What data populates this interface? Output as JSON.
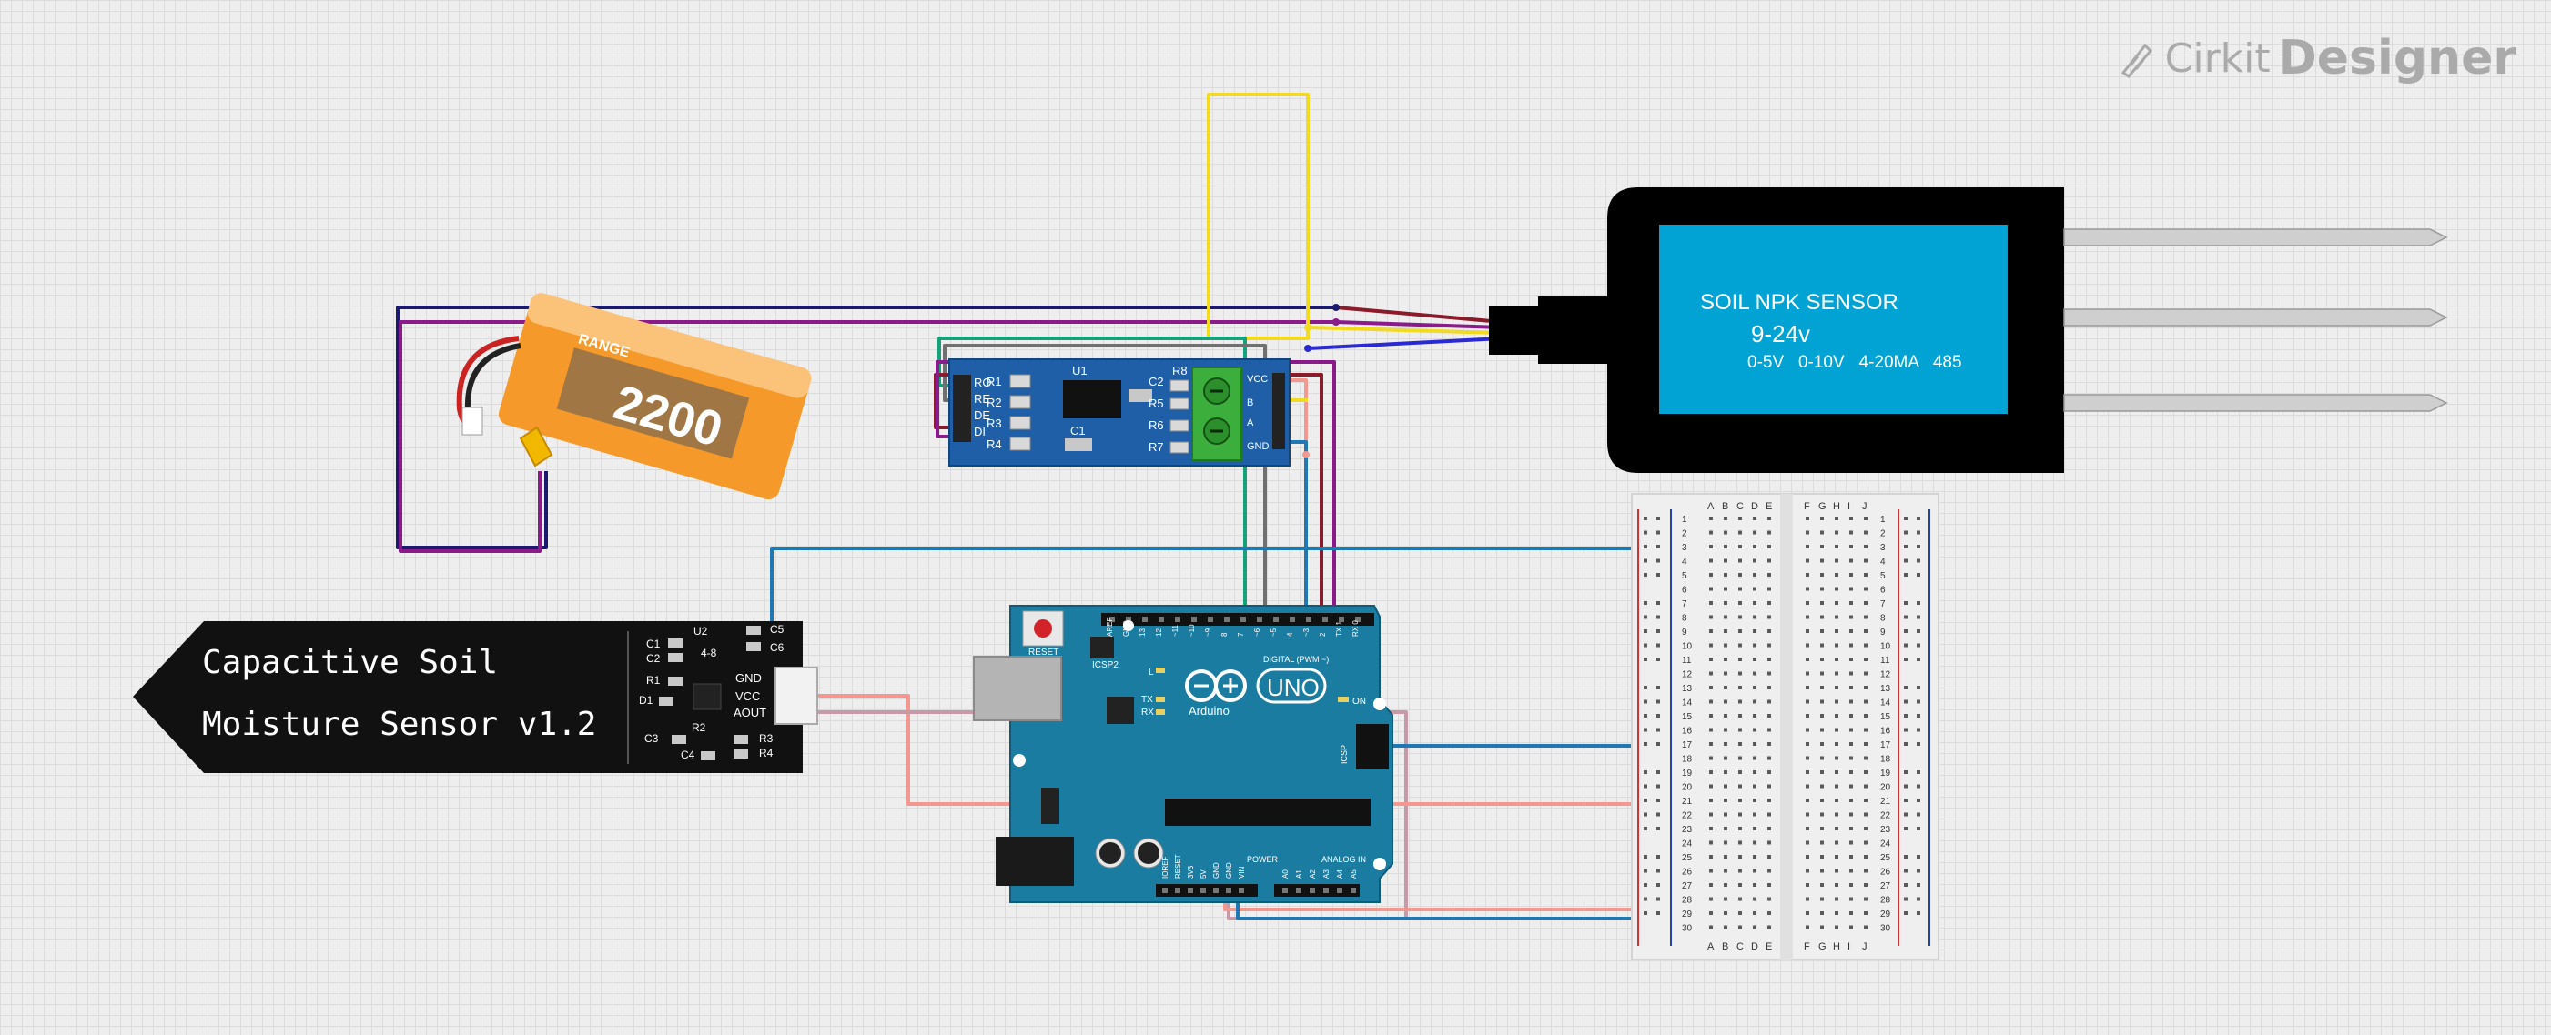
{
  "app": {
    "brand": "Cirkit",
    "product": "Designer",
    "logo_icon": "cirkit-pen-icon"
  },
  "components": {
    "npk_sensor": {
      "title": "SOIL NPK SENSOR",
      "voltage": "9-24v",
      "outputs": "0-5V   0-10V   4-20MA   485"
    },
    "moisture_sensor": {
      "line1": "Capacitive Soil",
      "line2": "Moisture Sensor v1.2",
      "pins": [
        "GND",
        "VCC",
        "AOUT"
      ],
      "parts": [
        "U2",
        "C5",
        "C1",
        "C6",
        "C2",
        "4-8",
        "R1",
        "D1",
        "R2",
        "C3",
        "C4",
        "R3",
        "R4"
      ]
    },
    "battery": {
      "capacity": "2200",
      "brand": "RANGE"
    },
    "rs485_module": {
      "left_pins": [
        "RO",
        "RE",
        "DE",
        "DI"
      ],
      "resistors": [
        "R1",
        "R2",
        "R3",
        "R4"
      ],
      "ic": "U1",
      "caps": [
        "C1",
        "C2"
      ],
      "right_parts": [
        "R8",
        "R5",
        "R6",
        "R7"
      ],
      "right_pins": [
        "VCC",
        "B",
        "A",
        "GND"
      ]
    },
    "arduino": {
      "model": "UNO",
      "brand": "Arduino",
      "reset_label": "RESET",
      "icsp2": "ICSP2",
      "icsp": "ICSP",
      "digital_label": "DIGITAL (PWM ~)",
      "power_label": "POWER",
      "analog_label": "ANALOG IN",
      "on_label": "ON",
      "led_labels": [
        "L",
        "TX",
        "RX"
      ],
      "digital_pins": [
        "AREF",
        "GND",
        "13",
        "12",
        "~11",
        "~10",
        "~9",
        "8",
        "7",
        "~6",
        "~5",
        "4",
        "~3",
        "2",
        "TX 1",
        "RX 0"
      ],
      "power_pins": [
        "IOREF",
        "RESET",
        "3V3",
        "5V",
        "GND",
        "GND",
        "VIN"
      ],
      "analog_pins": [
        "A0",
        "A1",
        "A2",
        "A3",
        "A4",
        "A5"
      ]
    },
    "breadboard": {
      "left_cols": [
        "A",
        "B",
        "C",
        "D",
        "E"
      ],
      "right_cols": [
        "F",
        "G",
        "H",
        "I",
        "J"
      ],
      "rows": 30
    }
  },
  "colors": {
    "wire_blue": "#1f77b4",
    "wire_salmon": "#f4978e",
    "wire_yellow": "#f2d922",
    "wire_green": "#17a17a",
    "wire_navy": "#1a1a6e",
    "wire_purple": "#8b1a8b",
    "wire_maroon": "#8b1a2a",
    "wire_gray": "#707070",
    "wire_mauve": "#c89aa8",
    "arduino_teal": "#1a7ca1",
    "rs485_blue": "#1f5fa8",
    "npk_screen": "#00a3d4",
    "battery_orange": "#f59a2a"
  }
}
